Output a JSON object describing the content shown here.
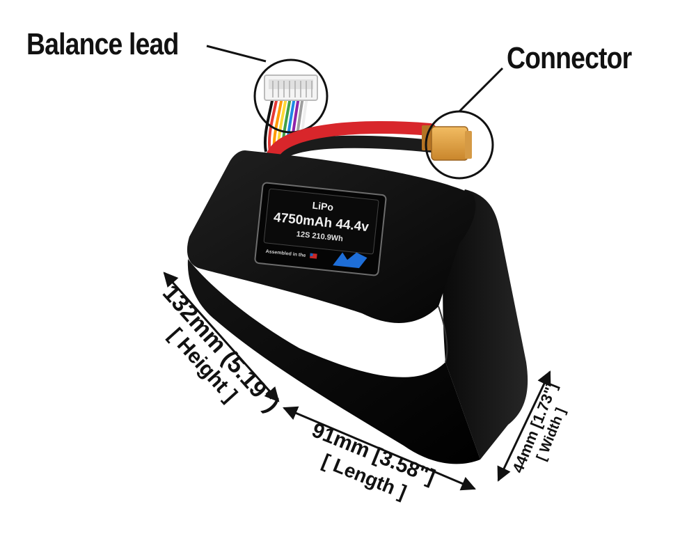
{
  "callouts": {
    "balance_lead": "Balance lead",
    "connector": "Connector"
  },
  "label_plate": {
    "chemistry": "LiPo",
    "capacity_voltage": "4750mAh 44.4v",
    "config_energy": "12S 210.9Wh",
    "assembled": "Assembled in the"
  },
  "dimensions": {
    "height": {
      "value": "132mm (5.19\")",
      "caption": "[ Height ]"
    },
    "length": {
      "value": "91mm [3.58\"]",
      "caption": "[ Length ]"
    },
    "width": {
      "value": "44mm [1.73\"]",
      "caption": "[ Width ]"
    }
  },
  "colors": {
    "battery_body": "#0d0d0d",
    "battery_side": "#1a1a1a",
    "positive_wire": "#d8262b",
    "negative_wire": "#1b1b1b",
    "connector": "#e8a642",
    "label_plate": "#050505",
    "text": "#111111"
  }
}
